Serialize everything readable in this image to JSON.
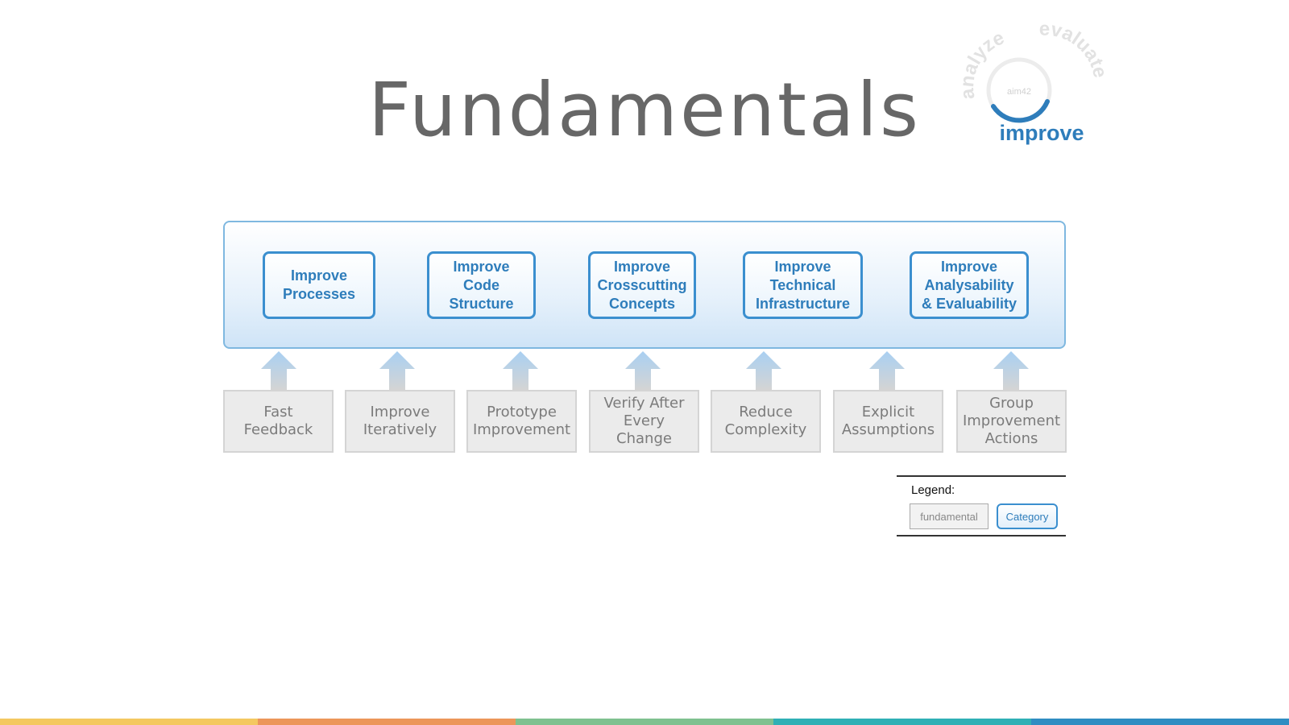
{
  "slide": {
    "title": "Fundamentals"
  },
  "logo": {
    "word": "improve",
    "arc_left": "analyze",
    "arc_right": "evaluate",
    "center": "aim42"
  },
  "categories": [
    {
      "label": "Improve\nProcesses"
    },
    {
      "label": "Improve\nCode\nStructure"
    },
    {
      "label": "Improve\nCrosscutting\nConcepts"
    },
    {
      "label": "Improve\nTechnical\nInfrastructure"
    },
    {
      "label": "Improve\nAnalysability\n& Evaluability"
    }
  ],
  "fundamentals": [
    {
      "label": "Fast\nFeedback"
    },
    {
      "label": "Improve\nIteratively"
    },
    {
      "label": "Prototype\nImprovement"
    },
    {
      "label": "Verify After\nEvery\nChange"
    },
    {
      "label": "Reduce\nComplexity"
    },
    {
      "label": "Explicit\nAssumptions"
    },
    {
      "label": "Group\nImprovement\nActions"
    }
  ],
  "legend": {
    "title": "Legend:",
    "fundamental_label": "fundamental",
    "category_label": "Category"
  },
  "colors": {
    "accent_blue": "#2e7dbb",
    "stripe": [
      "#f4c860",
      "#ec965a",
      "#7fc190",
      "#2fb0b5",
      "#2f8dc2"
    ]
  }
}
